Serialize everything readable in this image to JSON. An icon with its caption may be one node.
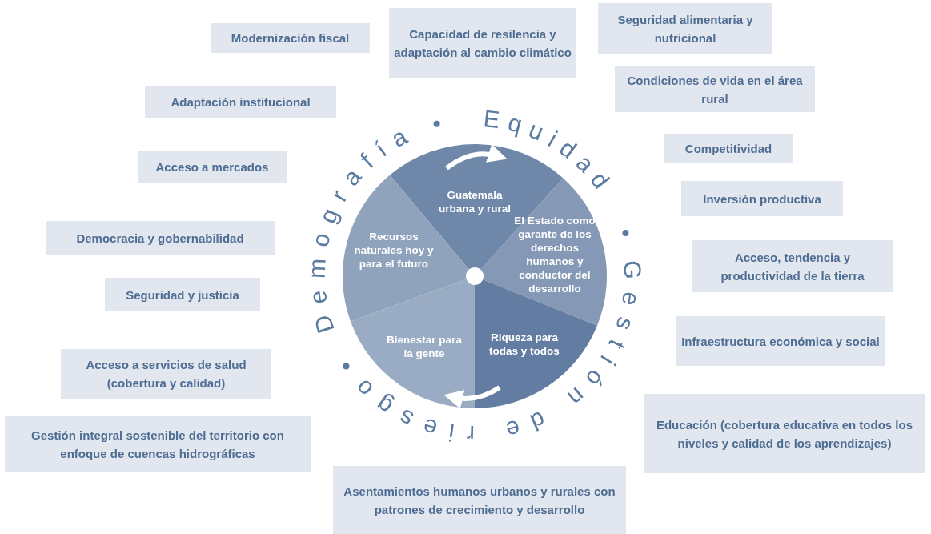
{
  "diagram": {
    "nodes": [
      {
        "text": [
          "Capacidad de resilencia y adaptación al cambio climático"
        ]
      },
      {
        "text": [
          "Seguridad alimentaria y nutricional"
        ]
      },
      {
        "text": [
          "Modernización fiscal"
        ]
      },
      {
        "text": [
          "Condiciones de vida en el área rural"
        ]
      },
      {
        "text": [
          "Adaptación institucional"
        ]
      },
      {
        "text": [
          "Competitividad"
        ]
      },
      {
        "text": [
          "Acceso a mercados"
        ]
      },
      {
        "text": [
          "Inversión productiva"
        ]
      },
      {
        "text": [
          "Democracia y gobernabilidad"
        ]
      },
      {
        "text": [
          "Acceso, tendencia y productividad de la tierra"
        ]
      },
      {
        "text": [
          "Seguridad y justicia"
        ]
      },
      {
        "text": [
          "Infraestructura económica y social"
        ]
      },
      {
        "text": [
          "Acceso a servicios de salud (cobertura y calidad)"
        ]
      },
      {
        "text": [
          "Educación (cobertura educativa en todos los niveles y calidad de los aprendizajes)"
        ]
      },
      {
        "text": [
          "Gestión integral sostenible del territorio con enfoque de cuencas hidrográficas"
        ]
      },
      {
        "text": [
          "Asentamientos humanos urbanos y rurales con patrones de crecimiento y desarrollo"
        ]
      },
      {
        "text": [
          "Guatemala urbana y rural"
        ]
      },
      {
        "text": [
          "Recursos naturales hoy y para el futuro"
        ]
      },
      {
        "text": [
          "El Estado como garante de los derechos humanos y conductor del desarrollo"
        ]
      },
      {
        "text": [
          "Bienestar para la gente"
        ]
      },
      {
        "text": [
          "Riqueza para todas y todos"
        ]
      }
    ],
    "labels": [
      "Demografía",
      "Equidad",
      "Gestión de riesgo"
    ]
  }
}
